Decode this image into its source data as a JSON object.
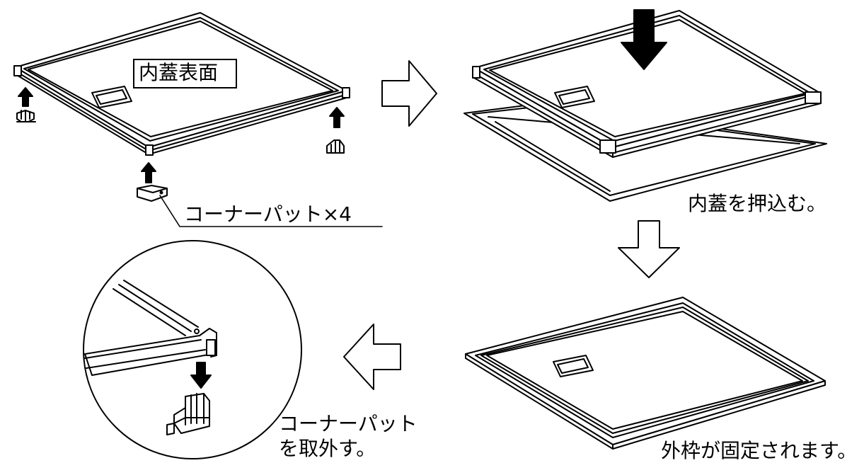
{
  "labels": {
    "inner_lid_surface": "内蓋表面",
    "corner_pad_count": "コーナーパット×4",
    "push_inner_lid": "内蓋を押込む。",
    "remove_corner_pad_line1": "コーナーパット",
    "remove_corner_pad_line2": "を取外す。",
    "frame_fixed": "外枠が固定されます。"
  }
}
